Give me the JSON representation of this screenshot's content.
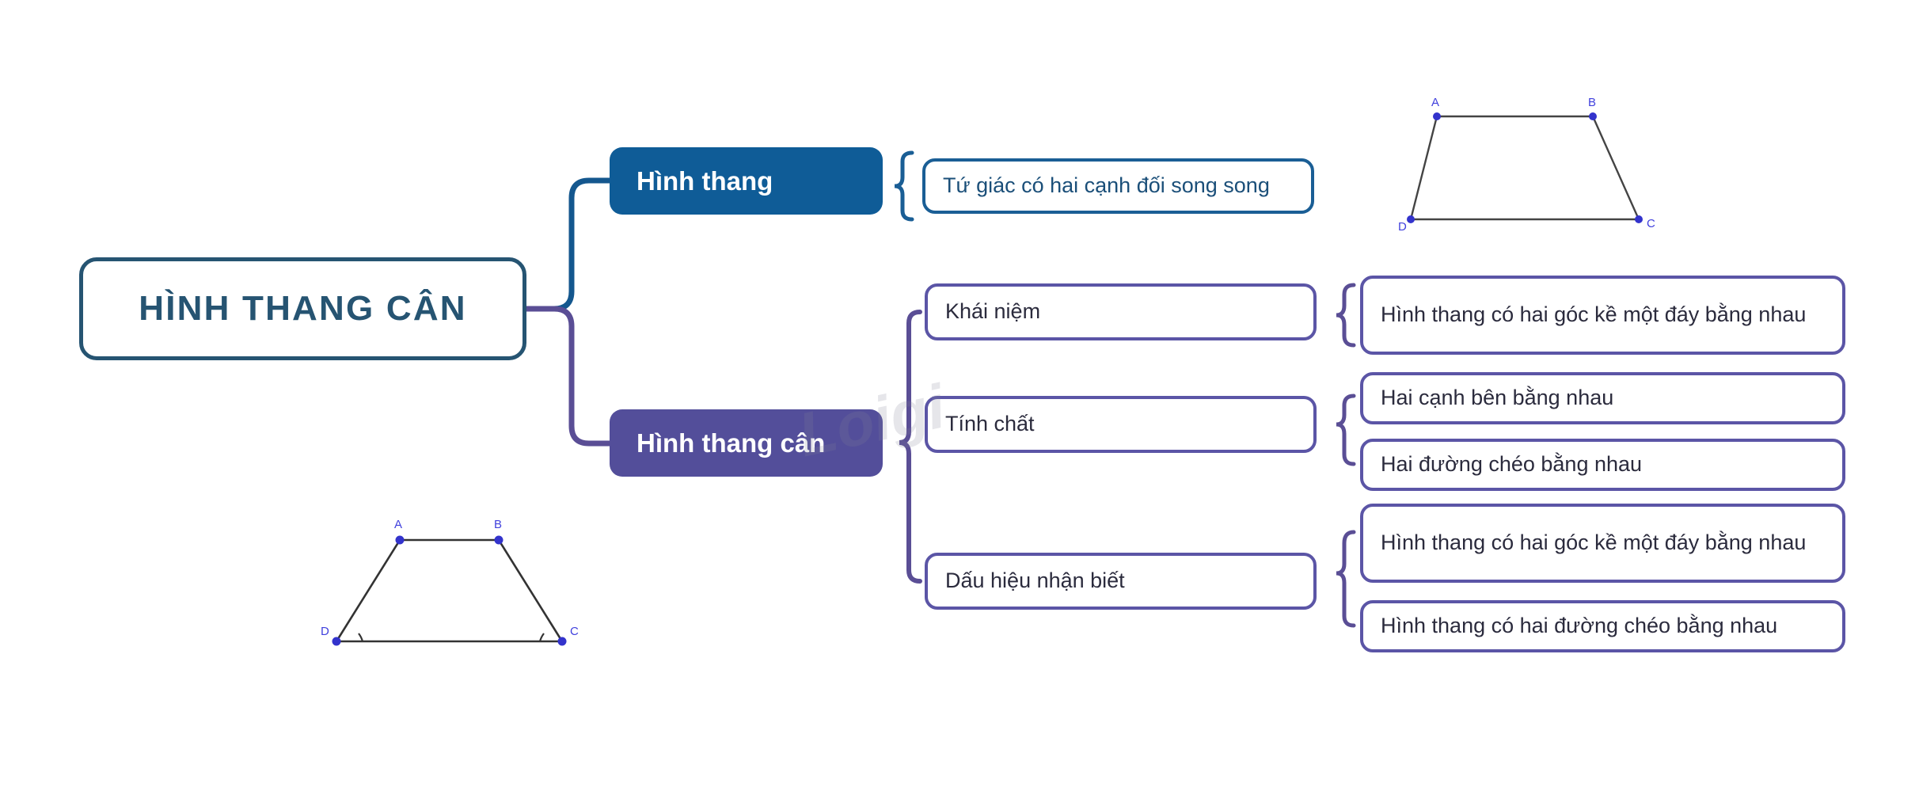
{
  "root": {
    "label": "HÌNH THANG CÂN",
    "border_color": "#265472",
    "text_color": "#265472"
  },
  "branches": [
    {
      "id": "hinh-thang",
      "label": "Hình thang",
      "color": "#0F5C97",
      "children": [
        {
          "label": "Tứ giác có hai cạnh đối song song",
          "border_color": "#1A5E95"
        }
      ]
    },
    {
      "id": "hinh-thang-can",
      "label": "Hình thang cân",
      "color": "#534E9A",
      "children": [
        {
          "label": "Khái niệm",
          "border_color": "#5B55A6",
          "details": [
            "Hình thang có hai góc kề một đáy bằng nhau"
          ]
        },
        {
          "label": "Tính chất",
          "border_color": "#5B55A6",
          "details": [
            "Hai cạnh bên bằng nhau",
            "Hai đường chéo bằng nhau"
          ]
        },
        {
          "label": "Dấu hiệu nhận biết",
          "border_color": "#5B55A6",
          "details": [
            "Hình thang có hai góc kề một đáy bằng nhau",
            "Hình thang có hai đường chéo bằng nhau"
          ]
        }
      ]
    }
  ],
  "figures": {
    "trapezoid_top": {
      "name": "trapezoid-ABCD",
      "vertices": [
        "A",
        "B",
        "C",
        "D"
      ],
      "has_angle_marks": false,
      "vertex_color": "#3333cc",
      "edge_color": "#444444"
    },
    "trapezoid_bottom": {
      "name": "isosceles-trapezoid-ABCD",
      "vertices": [
        "A",
        "B",
        "C",
        "D"
      ],
      "has_angle_marks": true,
      "angle_marks_at": [
        "D",
        "C"
      ],
      "vertex_color": "#3333cc",
      "edge_color": "#333333"
    }
  },
  "watermark": {
    "text": "Loigi"
  }
}
